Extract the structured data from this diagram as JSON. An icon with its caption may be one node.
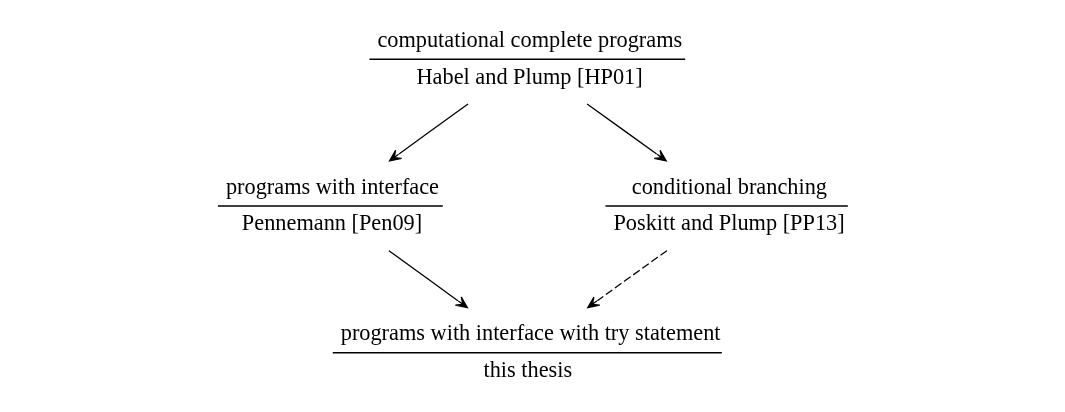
{
  "diagram": {
    "nodes": [
      {
        "text": [
          "computational complete programs",
          "Habel and Plump [HP01]"
        ]
      },
      {
        "text": [
          "programs with interface",
          "Pennemann [Pen09]"
        ]
      },
      {
        "text": [
          "conditional branching",
          "Poskitt and Plump [PP13]"
        ]
      },
      {
        "text": [
          "programs with interface with try statement",
          "this thesis"
        ]
      }
    ],
    "edges": [
      {
        "from": 0,
        "to": 1,
        "arrow": "to"
      },
      {
        "from": 0,
        "to": 2,
        "arrow": "to"
      },
      {
        "from": 1,
        "to": 3,
        "arrow": "to"
      },
      {
        "from": 2,
        "to": 3,
        "arrow": "to",
        "style": "dashed"
      }
    ]
  }
}
